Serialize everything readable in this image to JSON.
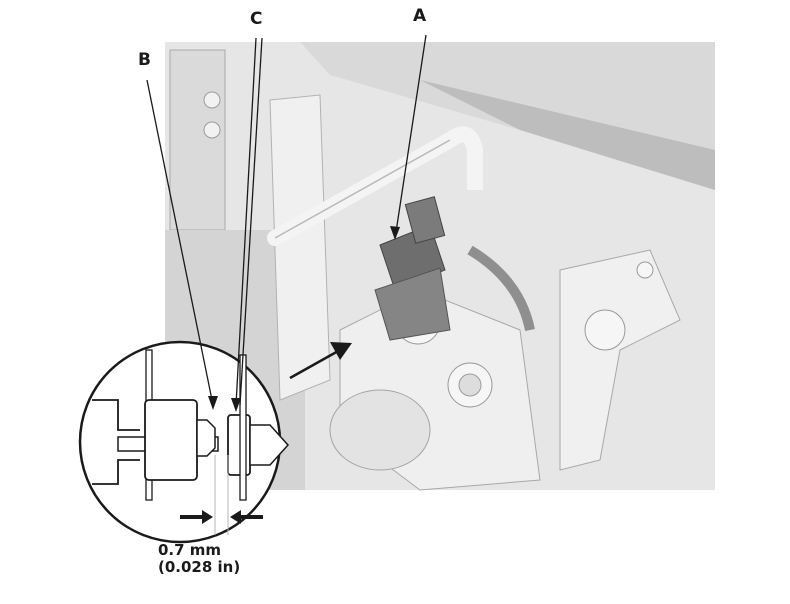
{
  "diagram": {
    "type": "service-manual-illustration",
    "subject": "sensor switch on bracket with clearance adjustment detail",
    "callouts": [
      {
        "id": "A",
        "label": "A",
        "target": "connector / switch body"
      },
      {
        "id": "B",
        "label": "B",
        "target": "switch plunger tip (detail view)"
      },
      {
        "id": "C",
        "label": "C",
        "target": "stopper plate (detail view)"
      }
    ],
    "detail_view": {
      "shape": "circle",
      "measurement": {
        "metric": "0.7 mm",
        "imperial": "(0.028 in)"
      }
    },
    "colors": {
      "line": "#1a1a1a",
      "part_light": "#e9e9e9",
      "part_mid": "#cfcfcf",
      "part_dark": "#8a8a8a",
      "connector": "#6e6e6e",
      "background": "#ffffff"
    }
  }
}
